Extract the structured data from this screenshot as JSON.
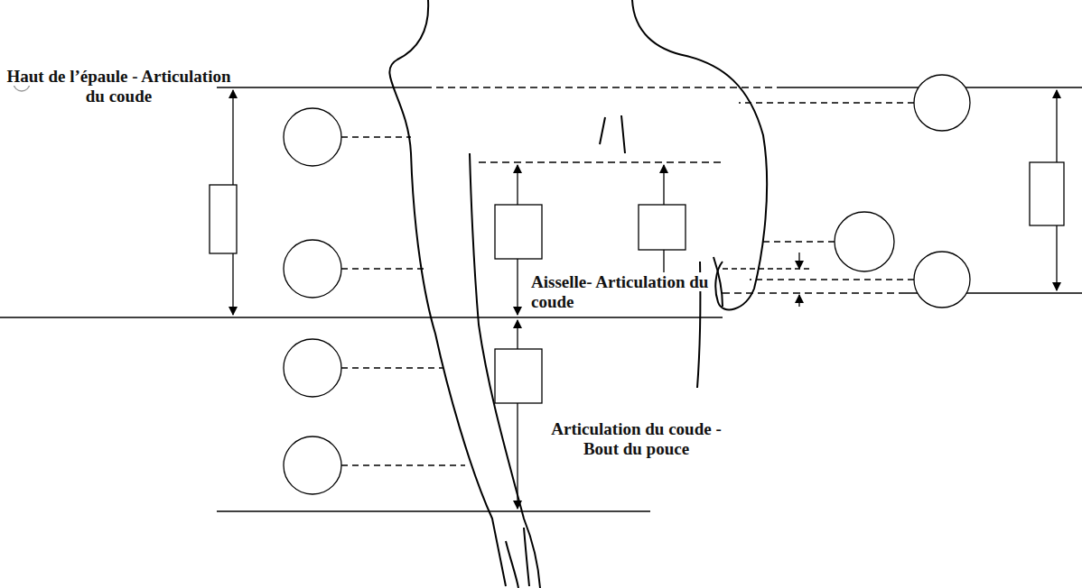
{
  "diagram": {
    "labels": [
      "Haut de l’épaule - Articulation du coude",
      "Aisselle- Articulation du coude",
      "Articulation du coude - Bout du pouce"
    ]
  }
}
